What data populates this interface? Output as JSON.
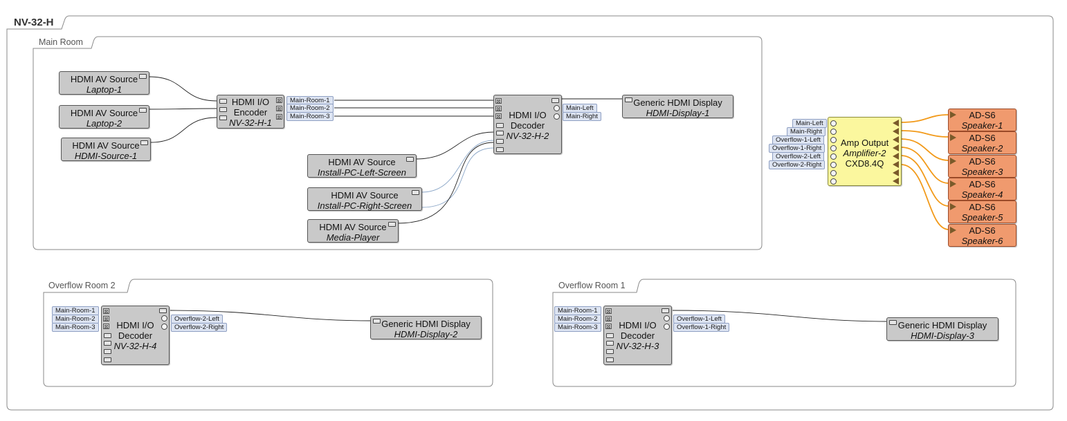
{
  "groups": {
    "outer": "NV-32-H",
    "main_room": "Main Room",
    "overflow2": "Overflow Room 2",
    "overflow1": "Overflow Room 1"
  },
  "sources": {
    "laptop1": {
      "type": "HDMI AV Source",
      "name": "Laptop-1"
    },
    "laptop2": {
      "type": "HDMI AV Source",
      "name": "Laptop-2"
    },
    "hdmi_source1": {
      "type": "HDMI AV Source",
      "name": "HDMI-Source-1"
    },
    "install_left": {
      "type": "HDMI AV Source",
      "name": "Install-PC-Left-Screen"
    },
    "install_right": {
      "type": "HDMI AV Source",
      "name": "Install-PC-Right-Screen"
    },
    "media_player": {
      "type": "HDMI AV Source",
      "name": "Media-Player"
    }
  },
  "encoder": {
    "type1": "HDMI I/O",
    "type2": "Encoder",
    "name": "NV-32-H-1"
  },
  "decoder_main": {
    "type1": "HDMI I/O",
    "type2": "Decoder",
    "name": "NV-32-H-2"
  },
  "decoder_ov2": {
    "type1": "HDMI I/O",
    "type2": "Decoder",
    "name": "NV-32-H-4"
  },
  "decoder_ov1": {
    "type1": "HDMI I/O",
    "type2": "Decoder",
    "name": "NV-32-H-3"
  },
  "displays": {
    "d1": {
      "type": "Generic HDMI Display",
      "name": "HDMI-Display-1"
    },
    "d2": {
      "type": "Generic HDMI Display",
      "name": "HDMI-Display-2"
    },
    "d3": {
      "type": "Generic HDMI Display",
      "name": "HDMI-Display-3"
    }
  },
  "streams": {
    "room1": "Main-Room-1",
    "room2": "Main-Room-2",
    "room3": "Main-Room-3"
  },
  "audio_tags": {
    "main_left": "Main-Left",
    "main_right": "Main-Right",
    "ov1_left": "Overflow-1-Left",
    "ov1_right": "Overflow-1-Right",
    "ov2_left": "Overflow-2-Left",
    "ov2_right": "Overflow-2-Right"
  },
  "amplifier": {
    "type": "Amp Output",
    "name": "Amplifier-2",
    "model": "CXD8.4Q"
  },
  "speakers": [
    {
      "type": "AD-S6",
      "name": "Speaker-1"
    },
    {
      "type": "AD-S6",
      "name": "Speaker-2"
    },
    {
      "type": "AD-S6",
      "name": "Speaker-3"
    },
    {
      "type": "AD-S6",
      "name": "Speaker-4"
    },
    {
      "type": "AD-S6",
      "name": "Speaker-5"
    },
    {
      "type": "AD-S6",
      "name": "Speaker-6"
    }
  ],
  "colors": {
    "block": "#c9c9c9",
    "amp": "#fbf79e",
    "speaker": "#f09a6e",
    "speaker_wire": "#f29a1a",
    "tag": "#dde4f2"
  }
}
